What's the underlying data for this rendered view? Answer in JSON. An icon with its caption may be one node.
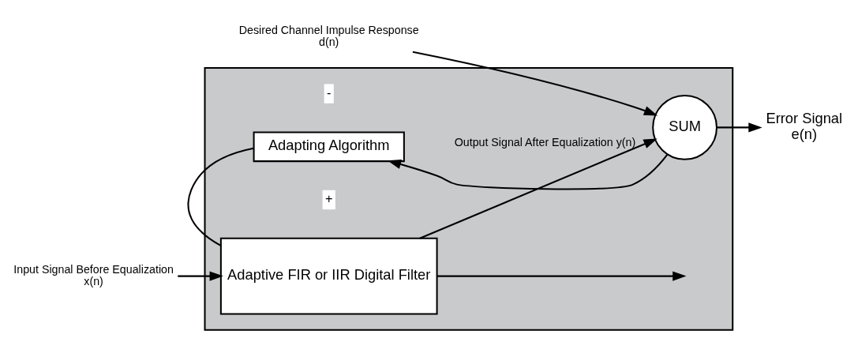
{
  "diagram": {
    "nodes": [
      {
        "text": [],
        "shape": "box"
      },
      {
        "text": [
          "Adaptive FIR or IIR Digital Filter"
        ],
        "in": 0
      },
      {
        "text": [
          "SUM"
        ],
        "in": 0
      },
      {
        "text": [
          "Adapting Algorithm"
        ],
        "in": 0
      },
      {
        "text": [
          "Input Signal Before Equalization",
          "x(n)"
        ]
      },
      {
        "text": [
          "Desired Channel Impulse Response",
          "d(n)"
        ]
      },
      {
        "text": [
          "Error Signal",
          "e(n)"
        ]
      }
    ],
    "edges": [
      {
        "from": 4,
        "to": 1,
        "arrow": "to"
      },
      {
        "from": 1,
        "to": 2,
        "arrow": "to",
        "label": "Output Signal After Equalization y(n)"
      },
      {
        "from": 5,
        "to": 2,
        "arrow": "to"
      },
      {
        "from": 2,
        "to": 6,
        "arrow": "to"
      },
      {
        "from": 2,
        "to": 3,
        "arrow": "to"
      },
      {
        "from": 3,
        "to": 1,
        "arrow": "none"
      },
      {
        "from": 1,
        "to": null,
        "arrow": "to"
      }
    ],
    "labels": [
      "+",
      "-"
    ]
  }
}
